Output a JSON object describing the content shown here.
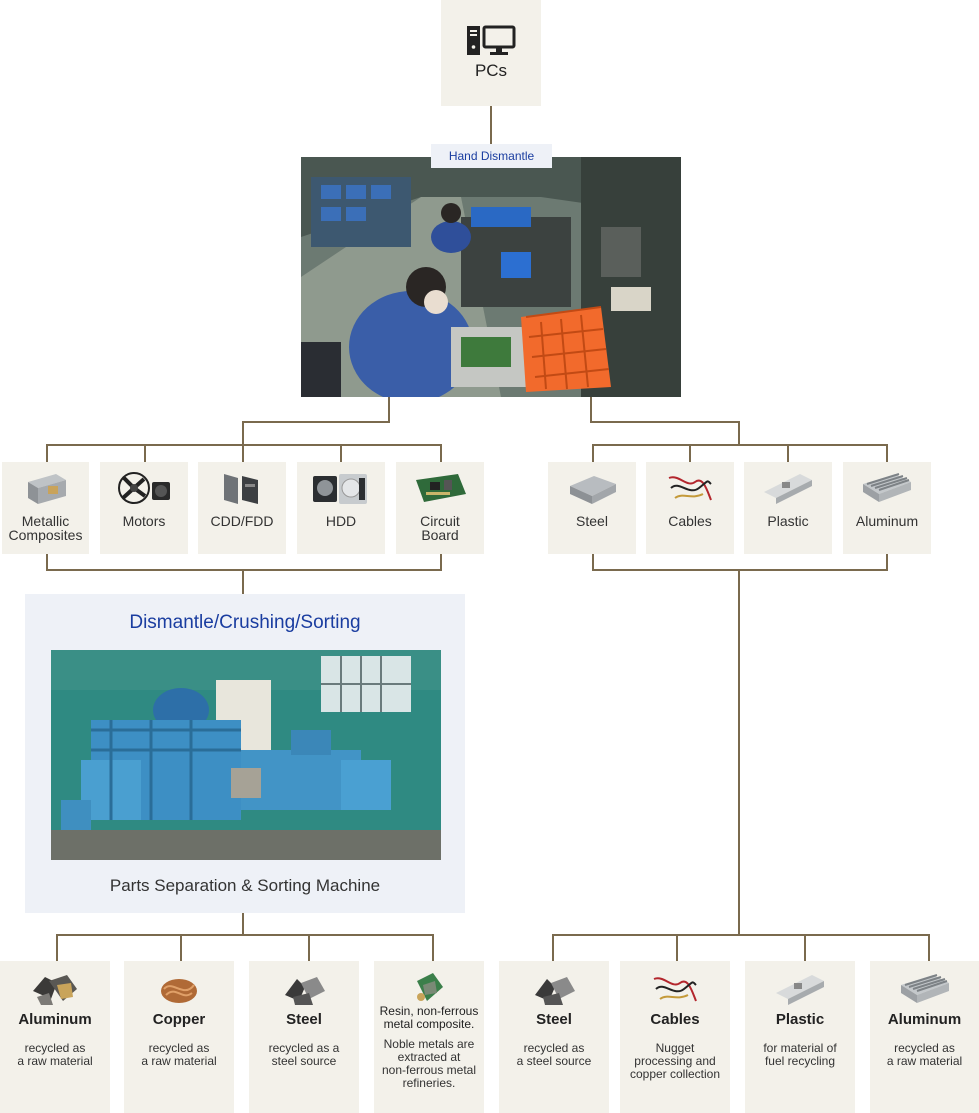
{
  "top": {
    "label": "PCs",
    "icon": "computer-icon"
  },
  "hand_dismantle": {
    "label": "Hand Dismantle"
  },
  "left_parts": [
    {
      "label": "Metallic\nComposites",
      "icon": "metallic-composites-icon"
    },
    {
      "label": "Motors",
      "icon": "motor-fan-icon"
    },
    {
      "label": "CDD/FDD",
      "icon": "disc-drive-icon"
    },
    {
      "label": "HDD",
      "icon": "hard-disk-icon"
    },
    {
      "label": "Circuit\nBoard",
      "icon": "circuit-board-icon"
    }
  ],
  "right_parts": [
    {
      "label": "Steel",
      "icon": "steel-frame-icon"
    },
    {
      "label": "Cables",
      "icon": "cables-icon"
    },
    {
      "label": "Plastic",
      "icon": "plastic-part-icon"
    },
    {
      "label": "Aluminum",
      "icon": "aluminum-heatsink-icon"
    }
  ],
  "sorting": {
    "title": "Dismantle/Crushing/Sorting",
    "caption": "Parts Separation & Sorting Machine"
  },
  "outputs_left": [
    {
      "title": "Aluminum",
      "desc": "recycled as\na raw material",
      "icon": "aluminum-scrap-icon"
    },
    {
      "title": "Copper",
      "desc": "recycled as\na raw material",
      "icon": "copper-wire-icon"
    },
    {
      "title": "Steel",
      "desc": "recycled as a\nsteel source",
      "icon": "steel-scrap-icon"
    },
    {
      "title": "Resin, non-ferrous\nmetal composite.",
      "desc": "Noble metals are\nextracted at\nnon-ferrous metal\nrefineries.",
      "icon": "resin-composite-icon"
    }
  ],
  "outputs_right": [
    {
      "title": "Steel",
      "desc": "recycled as\na steel source",
      "icon": "steel-scrap-icon"
    },
    {
      "title": "Cables",
      "desc": "Nugget\nprocessing and\ncopper collection",
      "icon": "cables-icon"
    },
    {
      "title": "Plastic",
      "desc": "for material of\nfuel recycling",
      "icon": "plastic-part-icon"
    },
    {
      "title": "Aluminum",
      "desc": "recycled as\na raw material",
      "icon": "aluminum-heatsink-icon"
    }
  ],
  "colors": {
    "line": "#7a6a4e",
    "box": "#f3f1ea",
    "accent": "#1a3da0",
    "panel": "#eef1f7"
  }
}
